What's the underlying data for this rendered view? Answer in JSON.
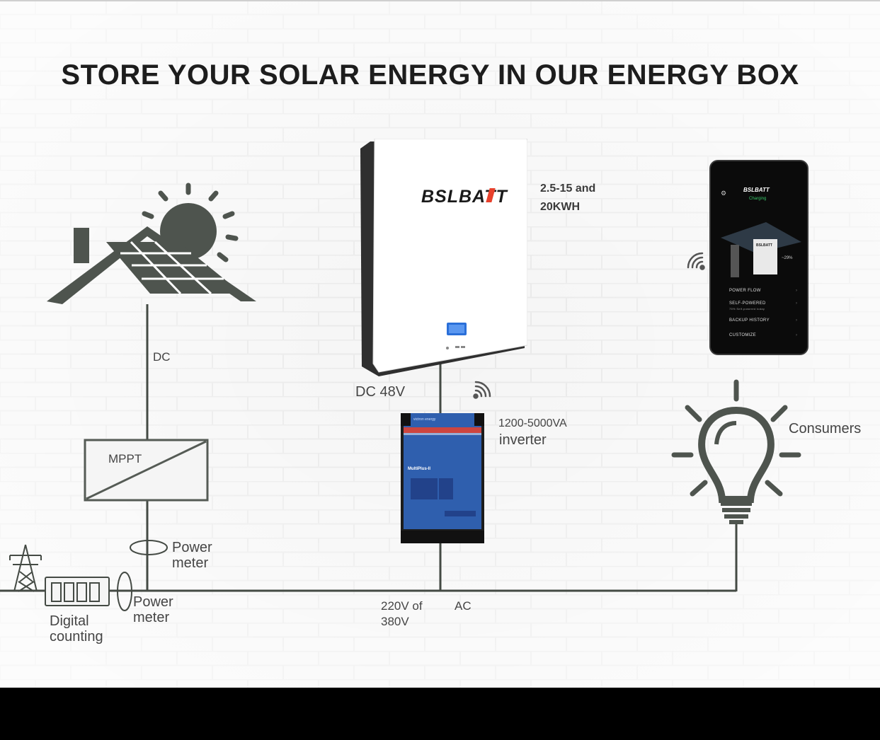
{
  "title": "STORE YOUR SOLAR ENERGY IN OUR ENERGY BOX",
  "labels": {
    "dc": "DC",
    "mppt": "MPPT",
    "power_meter_1": [
      "Power",
      "meter"
    ],
    "power_meter_2": [
      "Power",
      "meter"
    ],
    "digital_counting": [
      "Digital",
      "counting"
    ],
    "dc48": "DC 48V",
    "capacity": [
      "2.5-15 and",
      "20KWH"
    ],
    "inverter_range": "1200-5000VA",
    "inverter": "inverter",
    "voltage": [
      "220V of",
      "380V"
    ],
    "ac": "AC",
    "consumers": "Consumers"
  },
  "battery": {
    "brand": "BSLBATT",
    "accent": "#e8412c"
  },
  "inverter_unit": {
    "brand": "victron energy",
    "model": "MultiPlus-II",
    "color": "#2f5fae"
  },
  "phone": {
    "brand": "BSLBATT",
    "status": "Charging",
    "percent": "~29%",
    "menu": [
      "POWER FLOW",
      "SELF-POWERED",
      "BACKUP HISTORY",
      "CUSTOMIZE"
    ],
    "self_powered_sub": "75% Self-powered today"
  },
  "colors": {
    "line": "#444a44",
    "icon": "#4e544e",
    "text": "#454545"
  },
  "icons": [
    "house-solar-icon",
    "sun-icon",
    "wifi-icon",
    "lightbulb-icon",
    "power-tower-icon",
    "meter-ring-icon",
    "digital-counter-icon"
  ]
}
